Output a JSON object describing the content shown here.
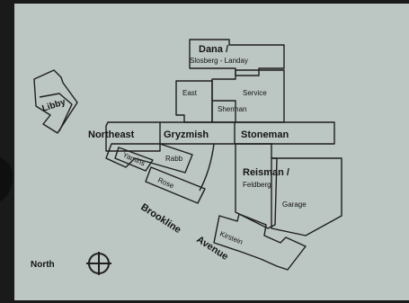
{
  "map": {
    "colors": {
      "background": "#bcc6c2",
      "outline": "#1e1e1e",
      "text": "#141414",
      "frame": "#1a1a1a"
    },
    "buildings": {
      "dana": "Dana /",
      "sloberg_landay": "Slosberg - Landay",
      "east": "East",
      "service": "Service",
      "sherman": "Sherman",
      "northeast": "Northeast",
      "gryzmish": "Gryzmish",
      "stoneman": "Stoneman",
      "libby": "Libby",
      "yamins": "Yamins",
      "rabb": "Rabb",
      "rose": "Rose",
      "reisman": "Reisman /",
      "feldberg": "Feldberg",
      "garage": "Garage",
      "kirstein": "Kirstein"
    },
    "street": {
      "word1": "Brookline",
      "word2": "Avenue"
    },
    "compass": {
      "label": "North",
      "icon": "north-compass-icon"
    }
  }
}
